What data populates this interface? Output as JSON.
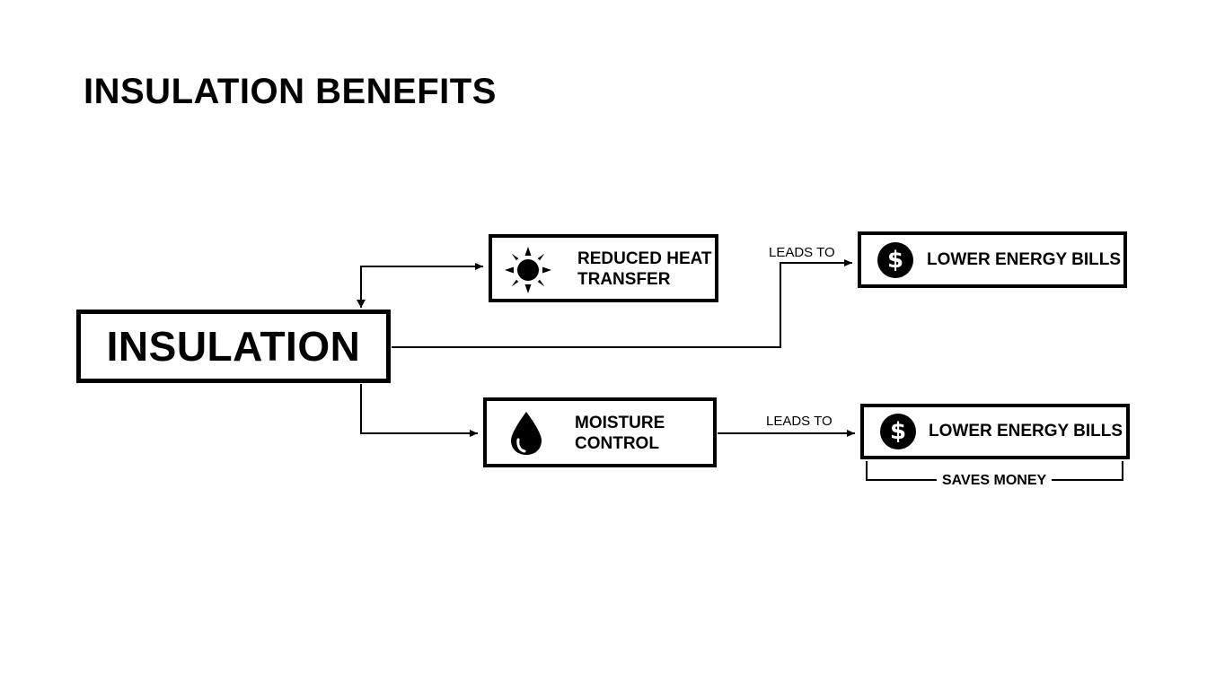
{
  "title": "INSULATION BENEFITS",
  "nodes": {
    "insulation": "INSULATION",
    "heat_transfer": "REDUCED HEAT\nTRANSFER",
    "moisture_control": "MOISTURE\nCONTROL",
    "lower_bills_top": "LOWER ENERGY BILLS",
    "lower_bills_bottom": "LOWER ENERGY BILLS"
  },
  "edges": {
    "leads_to_top": "LEADS TO",
    "leads_to_bottom": "LEADS TO",
    "saves_money": "SAVES MONEY"
  },
  "icons": {
    "heat": "sun-icon",
    "moisture": "water-drop-icon",
    "bills": "dollar-icon",
    "dollar_glyph": "$"
  }
}
